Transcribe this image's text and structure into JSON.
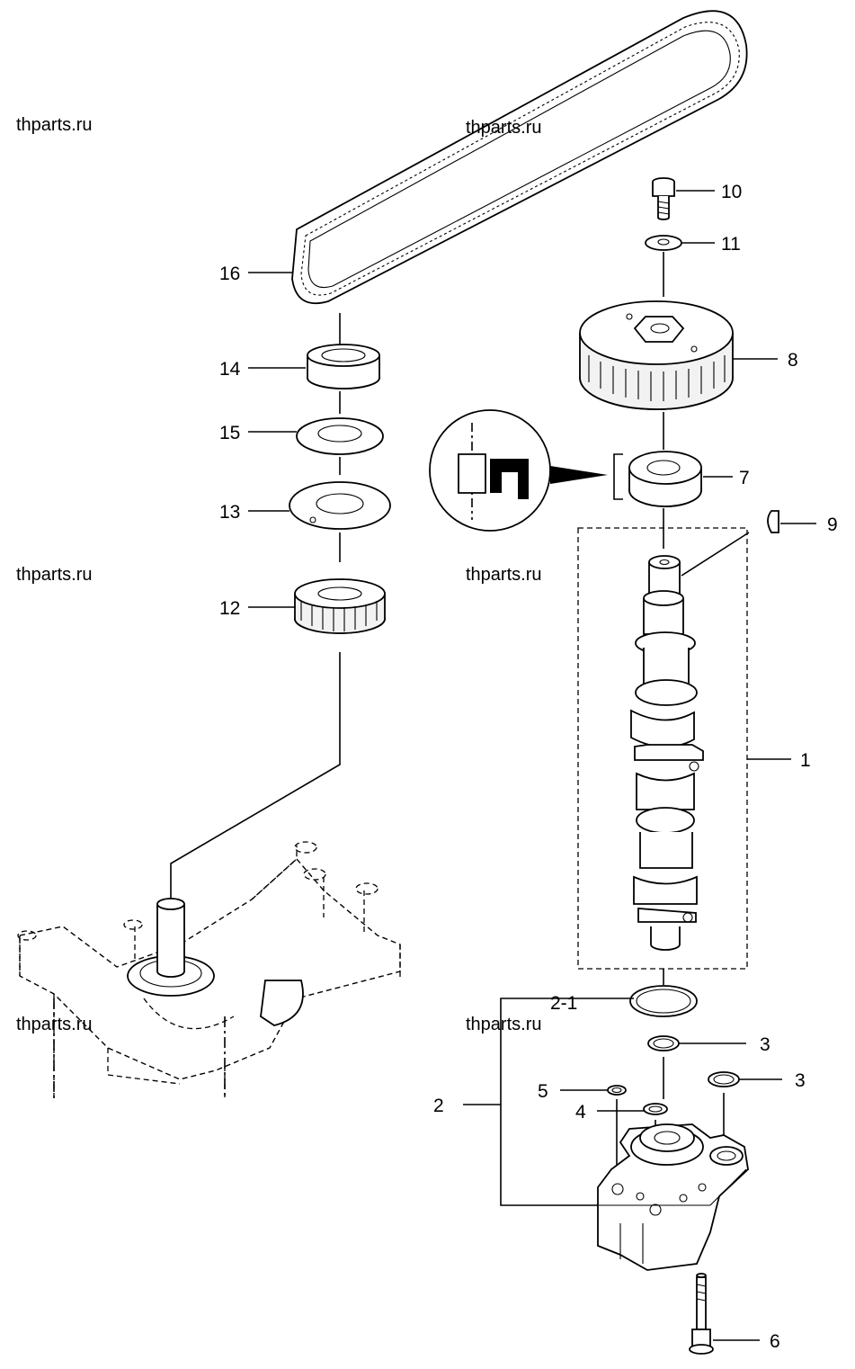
{
  "watermarks": [
    "thparts.ru",
    "thparts.ru",
    "thparts.ru",
    "thparts.ru",
    "thparts.ru",
    "thparts.ru"
  ],
  "callouts": {
    "c1": "1",
    "c2": "2",
    "c2_1": "2-1",
    "c3a": "3",
    "c3b": "3",
    "c4": "4",
    "c5": "5",
    "c6": "6",
    "c7": "7",
    "c8": "8",
    "c9": "9",
    "c10": "10",
    "c11": "11",
    "c12": "12",
    "c13": "13",
    "c14": "14",
    "c15": "15",
    "c16": "16"
  }
}
